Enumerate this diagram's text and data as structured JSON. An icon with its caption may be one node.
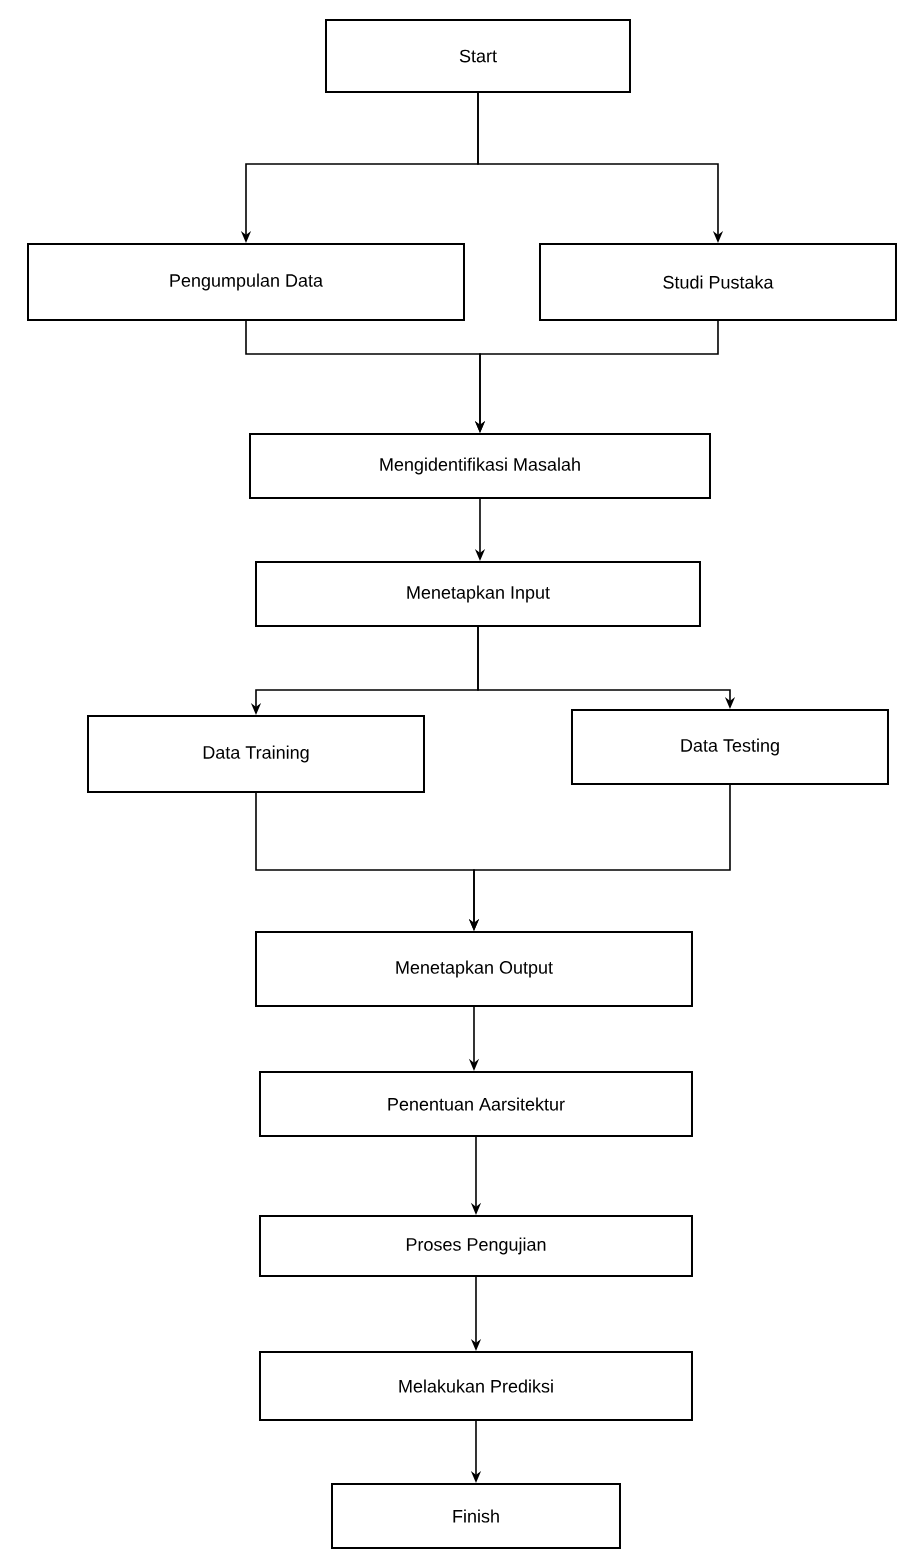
{
  "diagram": {
    "nodes": [
      {
        "text": [
          "Start"
        ]
      },
      {
        "text": [
          "Pengumpulan Data"
        ]
      },
      {
        "text": [
          "Studi Pustaka"
        ]
      },
      {
        "text": [
          "Mengidentifikasi Masalah"
        ]
      },
      {
        "text": [
          "Menetapkan Input"
        ]
      },
      {
        "text": [
          "Data Training"
        ]
      },
      {
        "text": [
          "Data Testing"
        ]
      },
      {
        "text": [
          "Menetapkan Output"
        ]
      },
      {
        "text": [
          "Penentuan Aarsitektur"
        ]
      },
      {
        "text": [
          "Proses Pengujian"
        ]
      },
      {
        "text": [
          "Melakukan Prediksi"
        ]
      },
      {
        "text": [
          "Finish"
        ]
      }
    ],
    "edges": [
      {
        "from": 0,
        "to": 1,
        "arrow": "to"
      },
      {
        "from": 0,
        "to": 2,
        "arrow": "to"
      },
      {
        "from": 1,
        "to": 3,
        "arrow": "to"
      },
      {
        "from": 2,
        "to": 3,
        "arrow": "to"
      },
      {
        "from": 3,
        "to": 4,
        "arrow": "to"
      },
      {
        "from": 4,
        "to": 5,
        "arrow": "to"
      },
      {
        "from": 4,
        "to": 6,
        "arrow": "to"
      },
      {
        "from": 5,
        "to": 7,
        "arrow": "to"
      },
      {
        "from": 6,
        "to": 7,
        "arrow": "to"
      },
      {
        "from": 7,
        "to": 8,
        "arrow": "to"
      },
      {
        "from": 8,
        "to": 9,
        "arrow": "to"
      },
      {
        "from": 9,
        "to": 10,
        "arrow": "to"
      },
      {
        "from": 10,
        "to": 11,
        "arrow": "to"
      }
    ]
  }
}
